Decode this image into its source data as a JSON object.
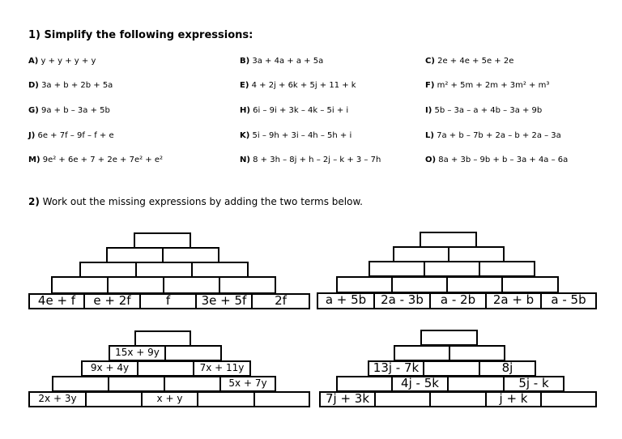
{
  "q1": {
    "title": "1) Simplify the following expressions:",
    "items": [
      {
        "label": "A)",
        "expr": "y + y + y + y"
      },
      {
        "label": "B)",
        "expr": "3a + 4a + a + 5a"
      },
      {
        "label": "C)",
        "expr": "2e + 4e + 5e + 2e"
      },
      {
        "label": "D)",
        "expr": "3a + b + 2b + 5a"
      },
      {
        "label": "E)",
        "expr": "4 + 2j + 6k + 5j + 11 + k"
      },
      {
        "label": "F)",
        "expr": "m² + 5m + 2m + 3m² + m³"
      },
      {
        "label": "G)",
        "expr": "9a + b – 3a + 5b"
      },
      {
        "label": "H)",
        "expr": "6i – 9i + 3k – 4k – 5i + i"
      },
      {
        "label": "I)",
        "expr": "5b – 3a – a + 4b – 3a + 9b"
      },
      {
        "label": "J)",
        "expr": "6e + 7f – 9f – f + e"
      },
      {
        "label": "K)",
        "expr": "5i – 9h + 3i – 4h – 5h + i"
      },
      {
        "label": "L)",
        "expr": "7a + b – 7b + 2a – b + 2a – 3a"
      },
      {
        "label": "M)",
        "expr": "9e² + 6e + 7 + 2e + 7e² + e²"
      },
      {
        "label": "N)",
        "expr": "8 + 3h – 8j + h – 2j – k + 3 – 7h"
      },
      {
        "label": "O)",
        "expr": "8a + 3b – 9b + b – 3a + 4a – 6a"
      }
    ]
  },
  "q2": {
    "number": "2)",
    "text": " Work out the missing expressions by adding the two terms below."
  },
  "pyramids": [
    {
      "bottom": [
        "4e + f",
        "e + 2f",
        "f",
        "3e + 5f",
        "2f"
      ]
    },
    {
      "bottom": [
        "a + 5b",
        "2a - 3b",
        "a - 2b",
        "2a + b",
        "a - 5b"
      ]
    },
    {
      "row1": "15x + 9y",
      "row2": [
        "9x + 4y",
        "",
        "7x + 11y"
      ],
      "row3": [
        "",
        "",
        "5x + 7y"
      ],
      "bottom": [
        "2x + 3y",
        "",
        "x + y",
        "",
        ""
      ]
    },
    {
      "row2": [
        "13j - 7k",
        "",
        "8j"
      ],
      "row3": [
        "4j - 5k",
        "",
        "5j - k"
      ],
      "bottom": [
        "7j + 3k",
        "",
        "",
        "j + k",
        ""
      ]
    }
  ]
}
